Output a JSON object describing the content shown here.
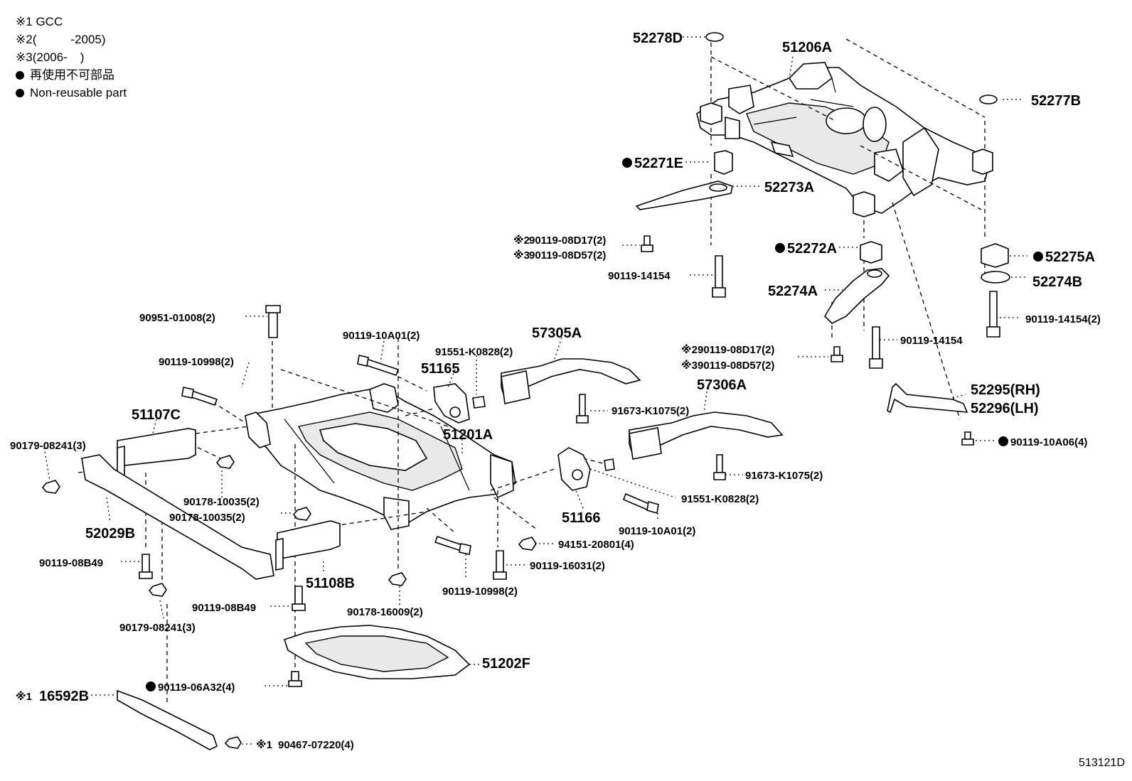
{
  "legend": {
    "note1_mark": "※1",
    "note1_text": "GCC",
    "note2_mark": "※2",
    "note2_open": "(",
    "note2_close": "-2005)",
    "note3_mark": "※3",
    "note3_open": "(2006-",
    "note3_close": ")",
    "nonreusable_jp": "再使用不可部品",
    "nonreusable_en": "Non-reusable part"
  },
  "labels": {
    "p52278D": "52278D",
    "p51206A": "51206A",
    "p52277B": "52277B",
    "p52271E": "52271E",
    "p52273A": "52273A",
    "m2a": "※2",
    "p90119_08D17a": "90119-08D17(2)",
    "m3a": "※3",
    "p90119_08D57a": "90119-08D57(2)",
    "p90119_14154a": "90119-14154",
    "p52272A": "52272A",
    "p52275A": "52275A",
    "p52274A": "52274A",
    "p52274B": "52274B",
    "p90119_14154_2": "90119-14154(2)",
    "p90951_01008": "90951-01008(2)",
    "p90119_10A01a": "90119-10A01(2)",
    "p57305A": "57305A",
    "p91551_K0828a": "91551-K0828(2)",
    "p51165": "51165",
    "p90119_10998a": "90119-10998(2)",
    "p51107C": "51107C",
    "p51201A": "51201A",
    "p90179_08241a": "90179-08241(3)",
    "p91673_K1075a": "91673-K1075(2)",
    "p57306A": "57306A",
    "p90119_14154b": "90119-14154",
    "m2b": "※2",
    "p90119_08D17b": "90119-08D17(2)",
    "m3b": "※3",
    "p90119_08D57b": "90119-08D57(2)",
    "p52295": "52295(RH)",
    "p52296": "52296(LH)",
    "p90119_10A06": "90119-10A06(4)",
    "p90178_10035a": "90178-10035(2)",
    "p90178_10035b": "90178-10035(2)",
    "p52029B": "52029B",
    "p91673_K1075b": "91673-K1075(2)",
    "p91551_K0828b": "91551-K0828(2)",
    "p51166": "51166",
    "p90119_10A01b": "90119-10A01(2)",
    "p94151_20801": "94151-20801(4)",
    "p90119_08B49a": "90119-08B49",
    "p51108B": "51108B",
    "p90119_16031": "90119-16031(2)",
    "p90119_10998b": "90119-10998(2)",
    "p90119_08B49b": "90119-08B49",
    "p90178_16009": "90178-16009(2)",
    "p90179_08241b": "90179-08241(3)",
    "p51202F": "51202F",
    "p90119_06A32": "90119-06A32(4)",
    "m1a": "※1",
    "p16592B": "16592B",
    "m1b": "※1",
    "p90467_07220": "90467-07220(4)"
  },
  "figure_code": "513121D"
}
